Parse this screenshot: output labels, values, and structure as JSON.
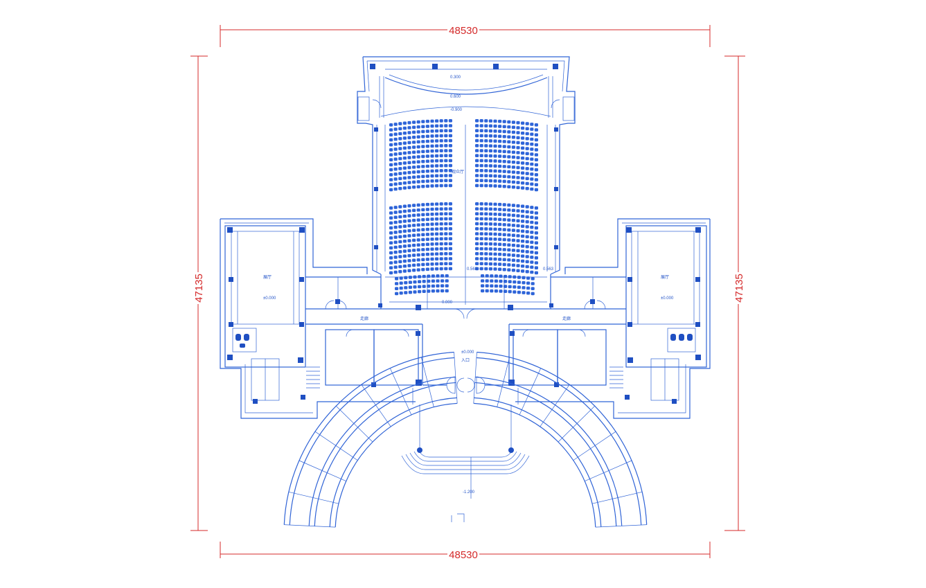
{
  "dimensions": {
    "top_width": "48530",
    "bottom_width": "48530",
    "left_height": "47135",
    "right_height": "47135"
  },
  "levels": {
    "stage_top": "0.300",
    "stage_mid": "0.600",
    "stage_front": "-0.900",
    "aisle_left": "0.563",
    "aisle_right": "0.563",
    "hall_floor": "0.000",
    "lobby": "±0.000",
    "left_room": "±0.000",
    "right_room": "±0.000",
    "plaza": "-1.200"
  },
  "labels": {
    "lobby_name": "入口",
    "left_corridor": "走廊",
    "right_corridor": "走廊",
    "auditorium": "观众厅",
    "left_big_room": "展厅",
    "right_big_room": "展厅"
  },
  "colors": {
    "line": "#2f63d6",
    "column": "#1f4fc2",
    "dimension": "#d42a2a"
  }
}
